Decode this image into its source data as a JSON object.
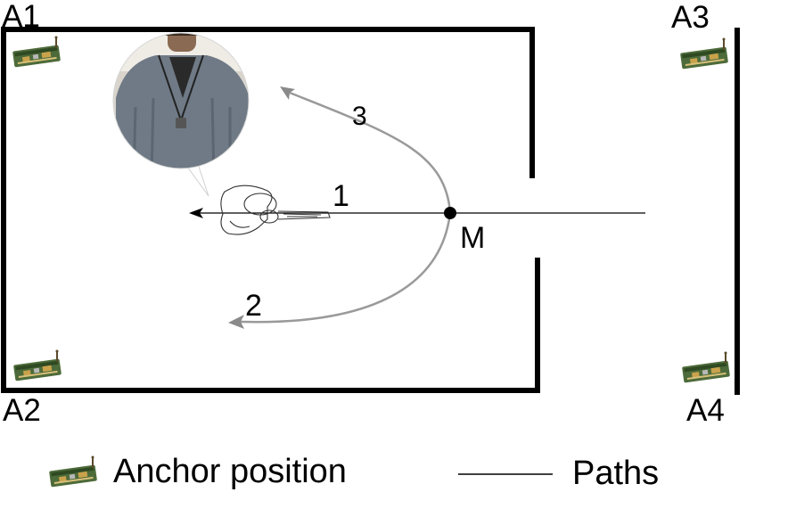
{
  "anchors": {
    "a1": "A1",
    "a2": "A2",
    "a3": "A3",
    "a4": "A4"
  },
  "paths": {
    "p1": "1",
    "p2": "2",
    "p3": "3"
  },
  "meeting_point": "M",
  "legend": {
    "anchor_label": "Anchor position",
    "paths_label": "Paths"
  },
  "colors": {
    "wall": "#000000",
    "straight_path": "#000000",
    "curved_path": "#9a9a9a",
    "anchor_board": "#4d6b3a"
  },
  "icons": {
    "anchor": "anchor-device-icon",
    "person_photo": "person-avatar-icon",
    "walker": "top-view-person-icon"
  }
}
